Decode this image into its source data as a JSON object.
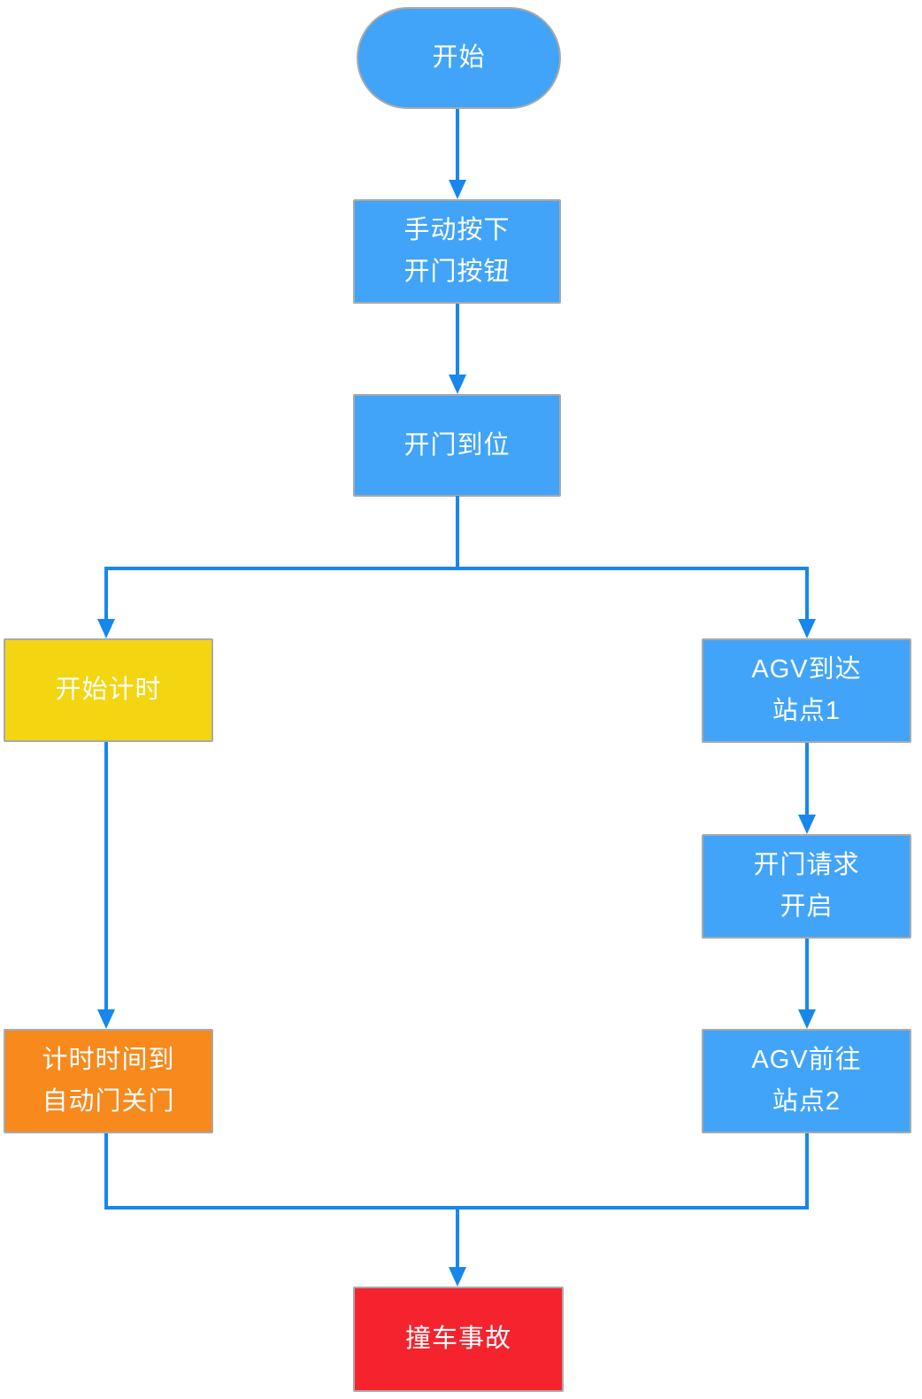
{
  "diagram": {
    "type": "flowchart",
    "background": "#FFFFFF",
    "connector_color": "#1787EC",
    "node_border_color": "#A9A9A9",
    "text_color": "#FFFFFF",
    "palette": {
      "blue": "#41A4F8",
      "yellow": "#F3D511",
      "orange": "#F7891D",
      "red": "#F4232E"
    },
    "nodes": [
      {
        "id": "start",
        "shape": "terminator",
        "lines": [
          "开始"
        ],
        "color": "#41A4F8"
      },
      {
        "id": "manual-press-open-button",
        "shape": "process",
        "lines": [
          "手动按下",
          "开门按钮"
        ],
        "color": "#41A4F8"
      },
      {
        "id": "door-open-in-place",
        "shape": "process",
        "lines": [
          "开门到位"
        ],
        "color": "#41A4F8"
      },
      {
        "id": "start-timing",
        "shape": "process",
        "lines": [
          "开始计时"
        ],
        "color": "#F3D511"
      },
      {
        "id": "agv-arrives-station-1",
        "shape": "process",
        "lines": [
          "AGV到达",
          "站点1"
        ],
        "color": "#41A4F8"
      },
      {
        "id": "door-open-request-on",
        "shape": "process",
        "lines": [
          "开门请求",
          "开启"
        ],
        "color": "#41A4F8"
      },
      {
        "id": "timer-expires-auto-door-closes",
        "shape": "process",
        "lines": [
          "计时时间到",
          "自动门关门"
        ],
        "color": "#F7891D"
      },
      {
        "id": "agv-goes-to-station-2",
        "shape": "process",
        "lines": [
          "AGV前往",
          "站点2"
        ],
        "color": "#41A4F8"
      },
      {
        "id": "crash-accident",
        "shape": "process",
        "lines": [
          "撞车事故"
        ],
        "color": "#F4232E"
      }
    ],
    "edges": [
      {
        "from": "start",
        "to": "manual-press-open-button"
      },
      {
        "from": "manual-press-open-button",
        "to": "door-open-in-place"
      },
      {
        "from": "door-open-in-place",
        "to": "start-timing"
      },
      {
        "from": "door-open-in-place",
        "to": "agv-arrives-station-1"
      },
      {
        "from": "start-timing",
        "to": "timer-expires-auto-door-closes"
      },
      {
        "from": "agv-arrives-station-1",
        "to": "door-open-request-on"
      },
      {
        "from": "door-open-request-on",
        "to": "agv-goes-to-station-2"
      },
      {
        "from": "timer-expires-auto-door-closes",
        "to": "crash-accident"
      },
      {
        "from": "agv-goes-to-station-2",
        "to": "crash-accident"
      }
    ]
  }
}
